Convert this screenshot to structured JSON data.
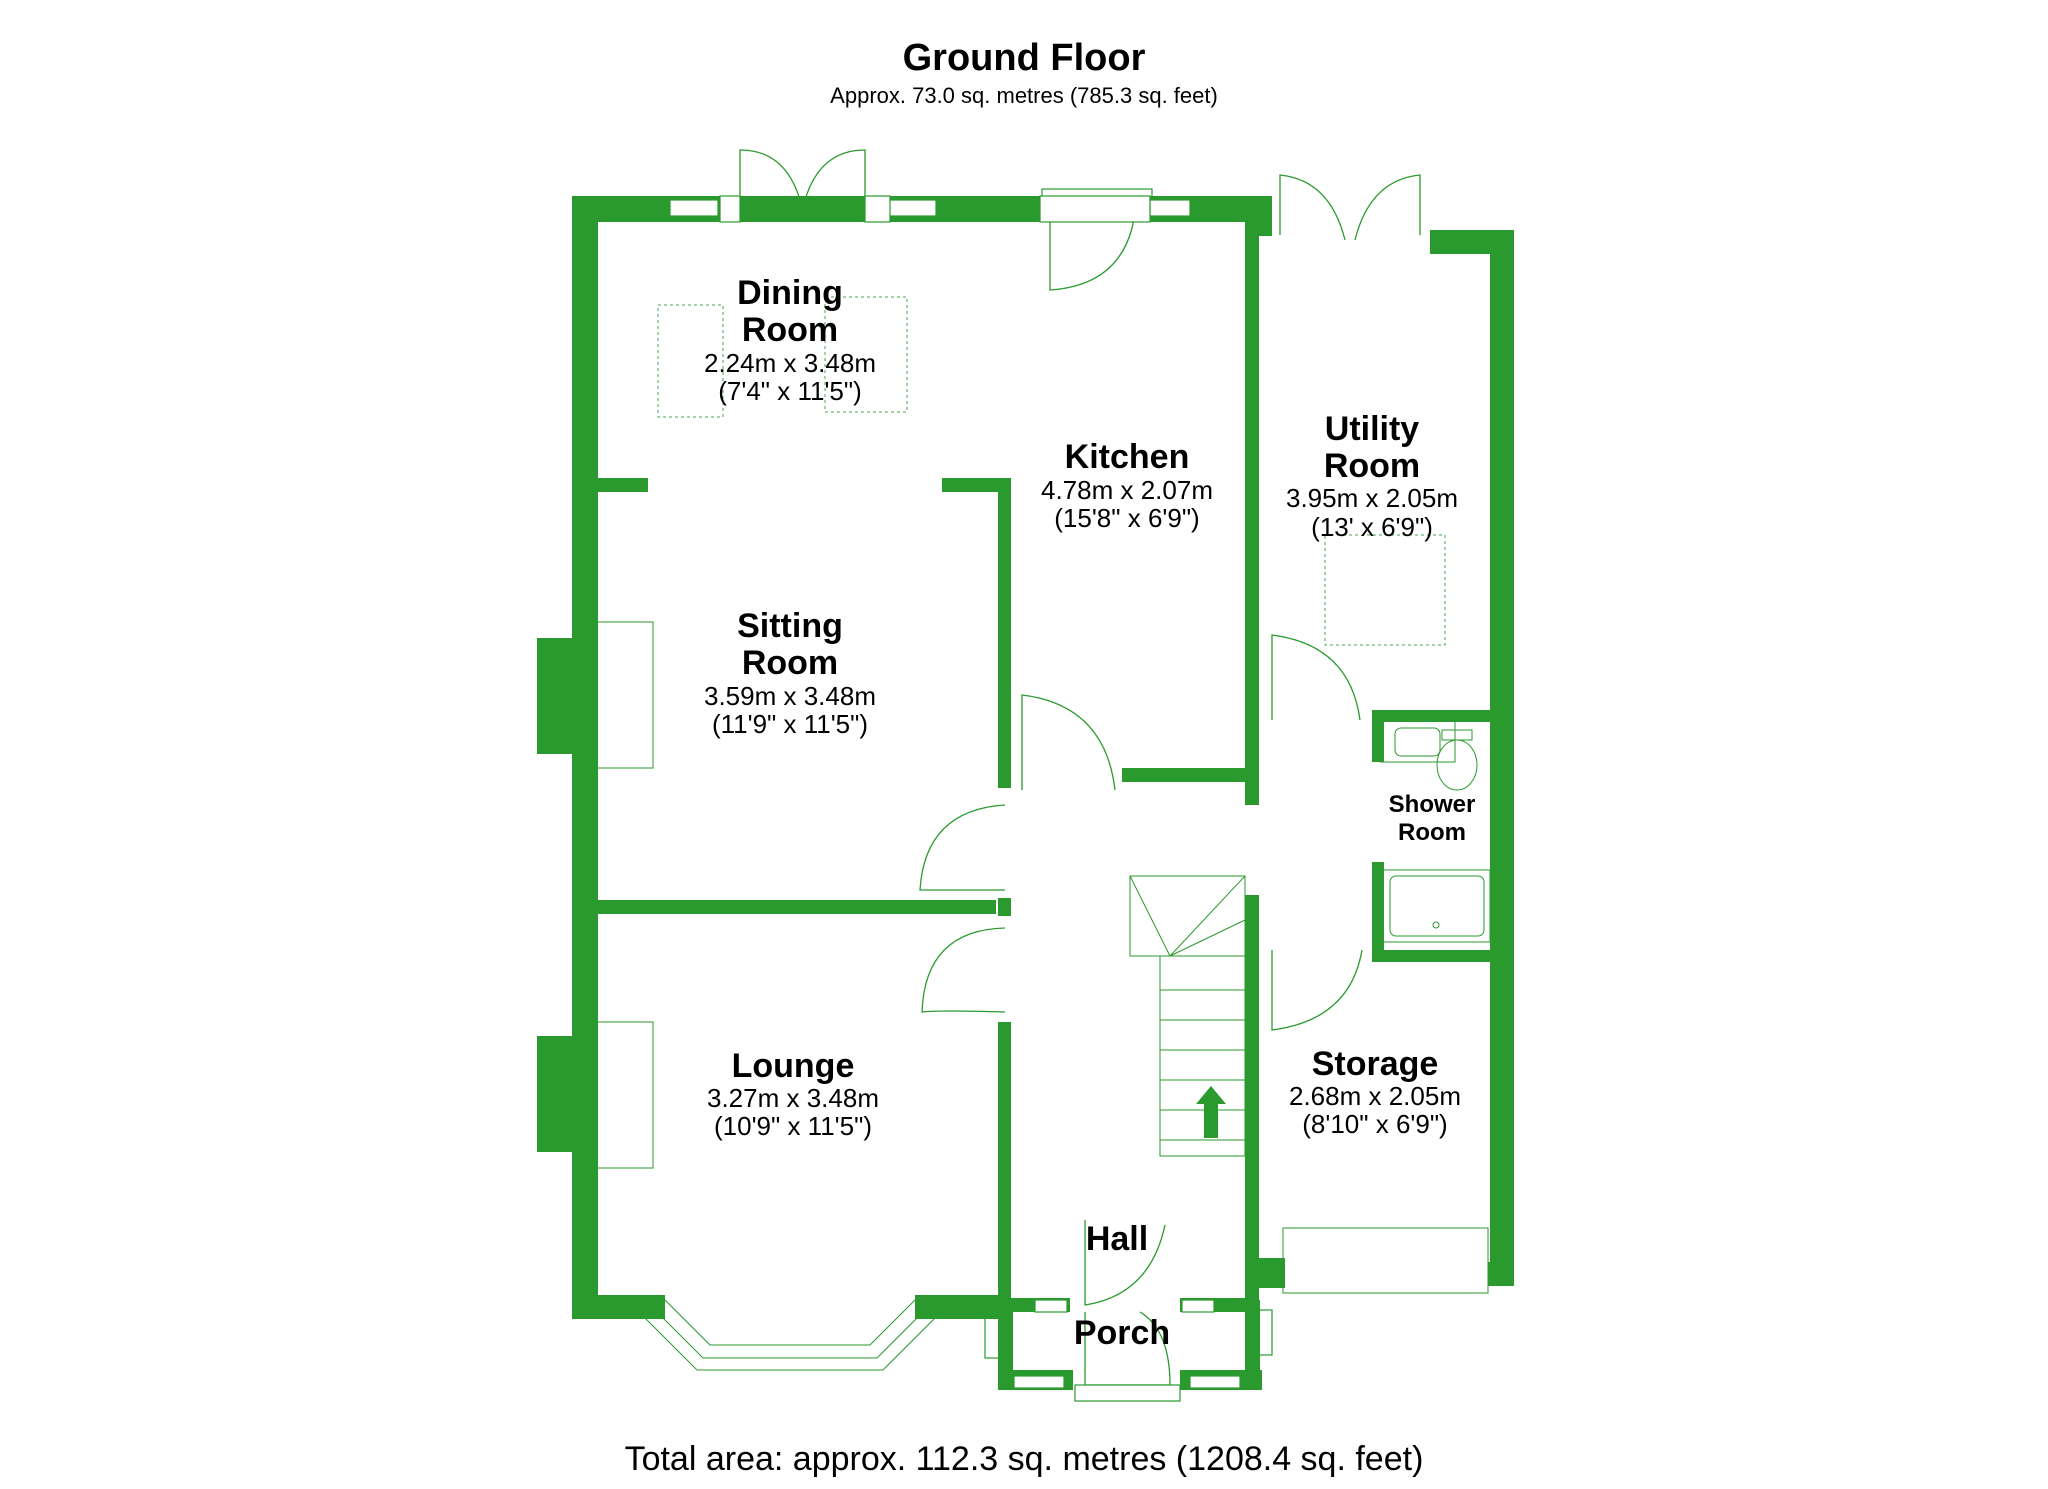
{
  "header": {
    "title": "Ground Floor",
    "subtitle": "Approx. 73.0 sq. metres (785.3 sq. feet)"
  },
  "rooms": {
    "dining": {
      "name_line1": "Dining",
      "name_line2": "Room",
      "dim_metric": "2.24m x 3.48m",
      "dim_imperial": "(7'4\" x 11'5\")"
    },
    "kitchen": {
      "name": "Kitchen",
      "dim_metric": "4.78m x 2.07m",
      "dim_imperial": "(15'8\" x 6'9\")"
    },
    "utility": {
      "name_line1": "Utility",
      "name_line2": "Room",
      "dim_metric": "3.95m x 2.05m",
      "dim_imperial": "(13' x 6'9\")"
    },
    "sitting": {
      "name_line1": "Sitting",
      "name_line2": "Room",
      "dim_metric": "3.59m x 3.48m",
      "dim_imperial": "(11'9\" x 11'5\")"
    },
    "shower": {
      "name_line1": "Shower",
      "name_line2": "Room"
    },
    "lounge": {
      "name": "Lounge",
      "dim_metric": "3.27m x 3.48m",
      "dim_imperial": "(10'9\" x 11'5\")"
    },
    "storage": {
      "name": "Storage",
      "dim_metric": "2.68m x 2.05m",
      "dim_imperial": "(8'10\" x 6'9\")"
    },
    "hall": {
      "name": "Hall"
    },
    "porch": {
      "name": "Porch"
    }
  },
  "footer": {
    "total": "Total area: approx. 112.3 sq. metres (1208.4 sq. feet)"
  },
  "colors": {
    "wall": "#2b9a2e",
    "background": "#ffffff",
    "text": "#000000"
  }
}
